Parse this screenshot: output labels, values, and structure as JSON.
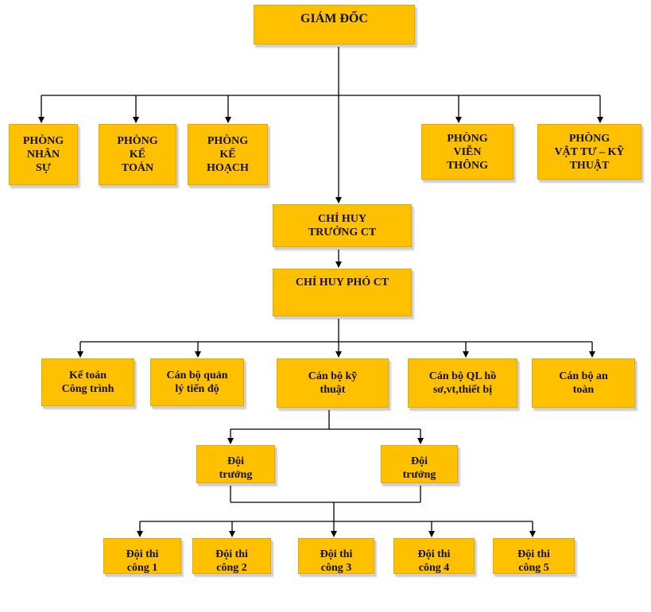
{
  "diagram": {
    "director": "GIÁM ĐỐC",
    "departments": {
      "nhan_su": "PHÒNG\nNHÂN\nSỰ",
      "ke_toan": "PHÒNG\nKẾ\nTOÁN",
      "ke_hoach": "PHÒNG\nKẾ\nHOẠCH",
      "vien_thong": "PHÒNG\nVIỄN\nTHÔNG",
      "vat_tu": "PHÒNG\nVẬT TƯ – KỸ\nTHUẬT"
    },
    "chief_commander": "CHỈ HUY\nTRƯỞNG CT",
    "deputy_commander": "CHỈ HUY PHÓ CT",
    "staff": {
      "ke_toan_ct": "Kế toán\nCông trình",
      "tien_do": "Cán bộ quản\nlý tiến độ",
      "ky_thuat": "Cán bộ kỹ\nthuật",
      "ho_so": "Cán bộ QL hồ\nsơ,vt,thiết bị",
      "an_toan": "Cán bộ an\ntoàn"
    },
    "team_leaders": {
      "left": "Đội\ntrưởng",
      "right": "Đội\ntrưởng"
    },
    "teams": {
      "t1": "Đội thi\ncông 1",
      "t2": "Đội thi\ncông 2",
      "t3": "Đội thi\ncông 3",
      "t4": "Đội thi\ncông 4",
      "t5": "Đội thi\ncông 5"
    }
  },
  "colors": {
    "box_fill": "#ffc000",
    "line": "#000000"
  }
}
